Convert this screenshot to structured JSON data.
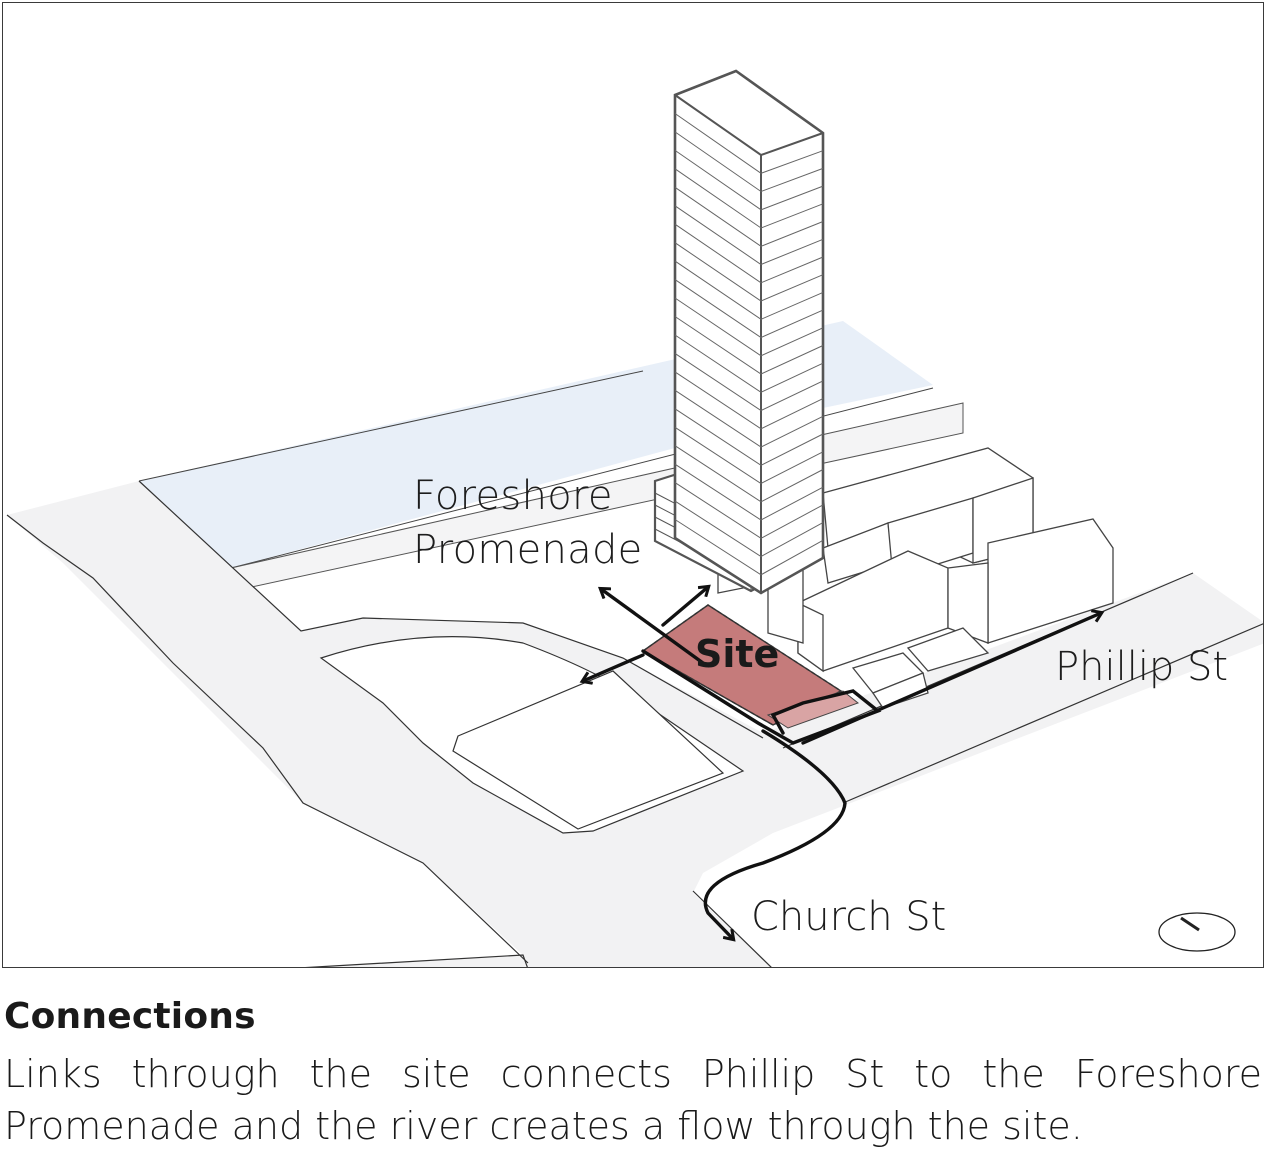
{
  "diagram": {
    "labels": {
      "foreshore": "Foreshore\nPromenade",
      "site": "Site",
      "phillip": "Phillip St",
      "church": "Church St"
    },
    "colors": {
      "river": "#e8eff8",
      "street": "#f2f2f3",
      "site_fill": "#c57b7b",
      "building_stroke": "#555555",
      "path_stroke": "#111111"
    },
    "icons": {
      "north_arrow": "north-arrow-icon"
    }
  },
  "caption": {
    "title": "Connections",
    "body": "Links through the site connects Phillip St to the Foreshore Promenade and the river creates a flow through the site."
  }
}
